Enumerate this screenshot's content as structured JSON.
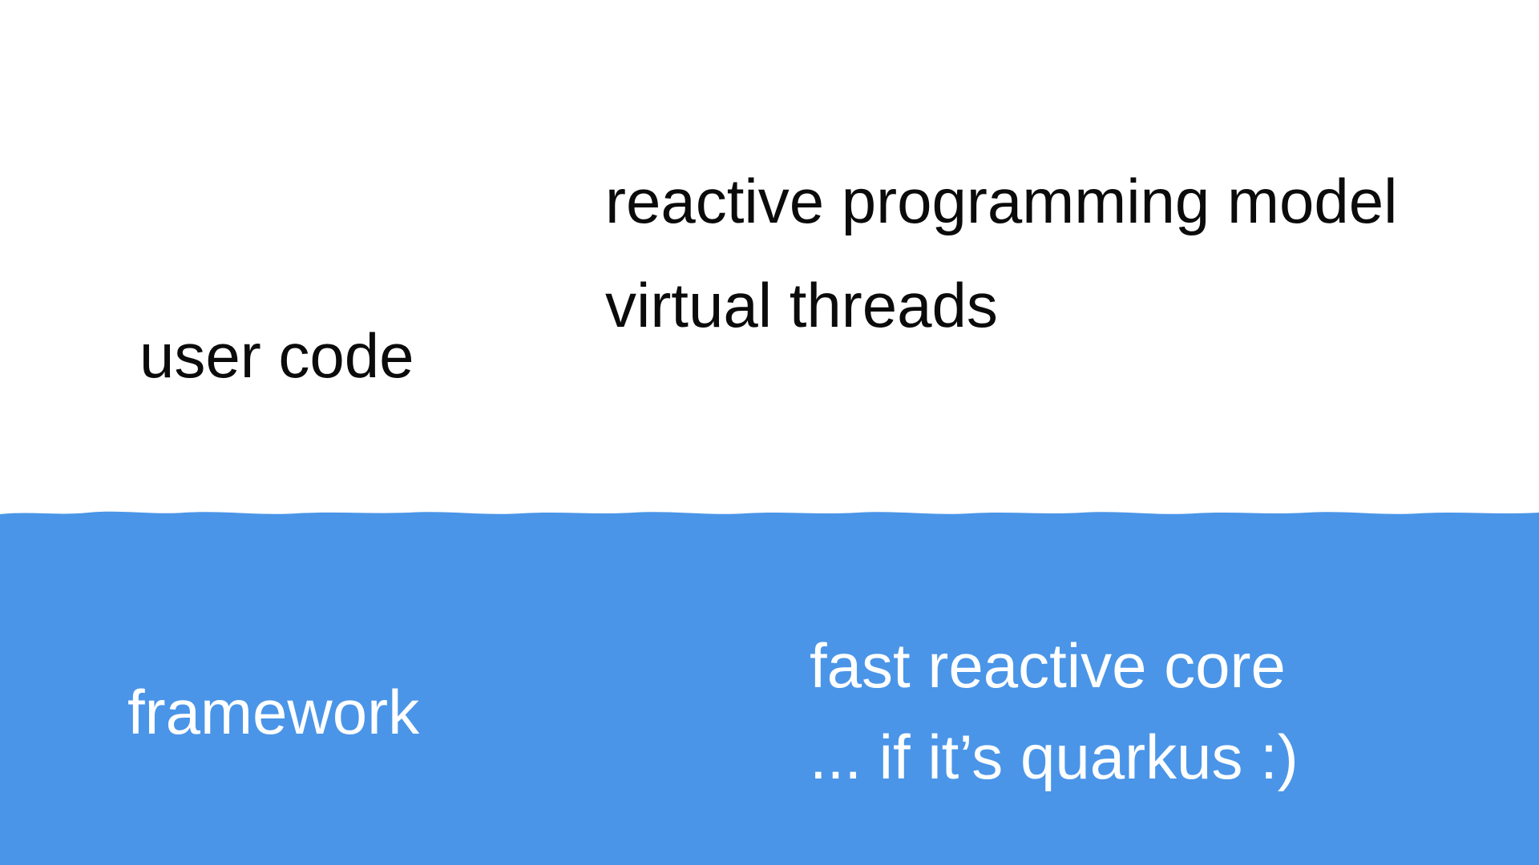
{
  "slide": {
    "user_layer": {
      "label": "user code",
      "items": [
        "reactive programming model",
        "virtual threads"
      ]
    },
    "framework_layer": {
      "label": "framework",
      "items": [
        "fast reactive core",
        "... if it’s quarkus :)"
      ]
    },
    "colors": {
      "background": "#ffffff",
      "water": "#4a95e8",
      "dark_text": "#0b0b0b",
      "light_text": "#ffffff"
    }
  }
}
